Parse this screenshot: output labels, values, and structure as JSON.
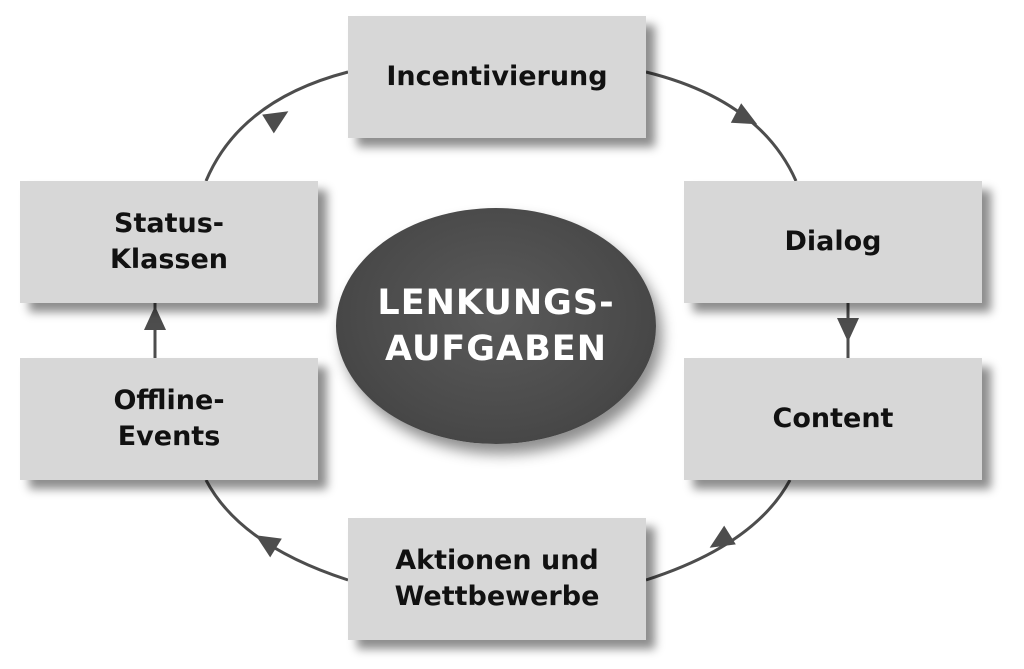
{
  "center": {
    "line1": "LENKUNGS-",
    "line2": "AUFGABEN"
  },
  "cycle": {
    "incentivierung": "Incentivierung",
    "dialog": "Dialog",
    "content": "Content",
    "aktionen_line1": "Aktionen und",
    "aktionen_line2": "Wettbewerbe",
    "offline_line1": "Offline-",
    "offline_line2": "Events",
    "status_line1": "Status-",
    "status_line2": "Klassen"
  },
  "colors": {
    "box_fill": "#d7d7d7",
    "ellipse_fill": "#4a4a4a",
    "connector": "#4d4d4d"
  }
}
